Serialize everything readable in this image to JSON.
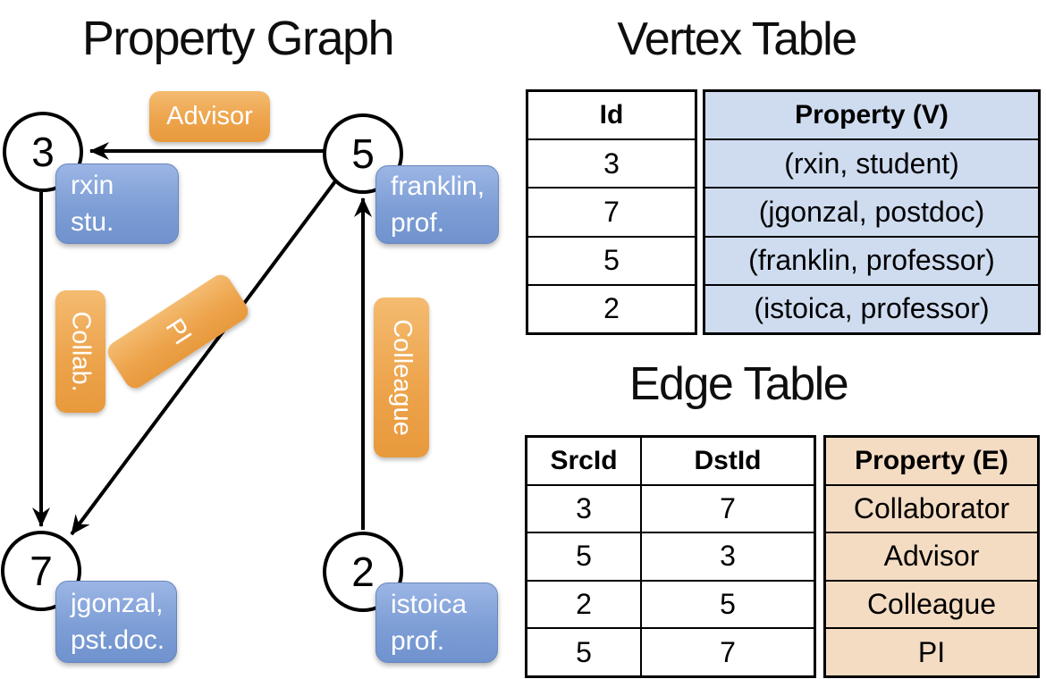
{
  "titles": {
    "graph": "Property Graph",
    "vertex_table": "Vertex Table",
    "edge_table": "Edge Table"
  },
  "colors": {
    "vertex_property_box": "#7d9ed5",
    "edge_label_box": "#eda44c",
    "vertex_table_property_bg": "#cfdcf0",
    "edge_table_property_bg": "#f4dcc3",
    "line_and_border": "#000000",
    "box_text": "#ffffff"
  },
  "graph": {
    "nodes": [
      {
        "id": "3",
        "prop_lines": [
          "rxin",
          "stu."
        ]
      },
      {
        "id": "5",
        "prop_lines": [
          "franklin,",
          "prof."
        ]
      },
      {
        "id": "7",
        "prop_lines": [
          "jgonzal,",
          "pst.doc."
        ]
      },
      {
        "id": "2",
        "prop_lines": [
          "istoica",
          "prof."
        ]
      }
    ],
    "edges": [
      {
        "src": "5",
        "dst": "3",
        "label": "Advisor"
      },
      {
        "src": "3",
        "dst": "7",
        "label": "Collab."
      },
      {
        "src": "5",
        "dst": "7",
        "label": "PI"
      },
      {
        "src": "2",
        "dst": "5",
        "label": "Colleague"
      }
    ]
  },
  "vertex_table": {
    "headers": {
      "id": "Id",
      "property": "Property (V)"
    },
    "rows": [
      {
        "id": "3",
        "property": "(rxin, student)"
      },
      {
        "id": "7",
        "property": "(jgonzal, postdoc)"
      },
      {
        "id": "5",
        "property": "(franklin, professor)"
      },
      {
        "id": "2",
        "property": "(istoica, professor)"
      }
    ]
  },
  "edge_table": {
    "headers": {
      "src": "SrcId",
      "dst": "DstId",
      "property": "Property (E)"
    },
    "rows": [
      {
        "src": "3",
        "dst": "7",
        "property": "Collaborator"
      },
      {
        "src": "5",
        "dst": "3",
        "property": "Advisor"
      },
      {
        "src": "2",
        "dst": "5",
        "property": "Colleague"
      },
      {
        "src": "5",
        "dst": "7",
        "property": "PI"
      }
    ]
  }
}
